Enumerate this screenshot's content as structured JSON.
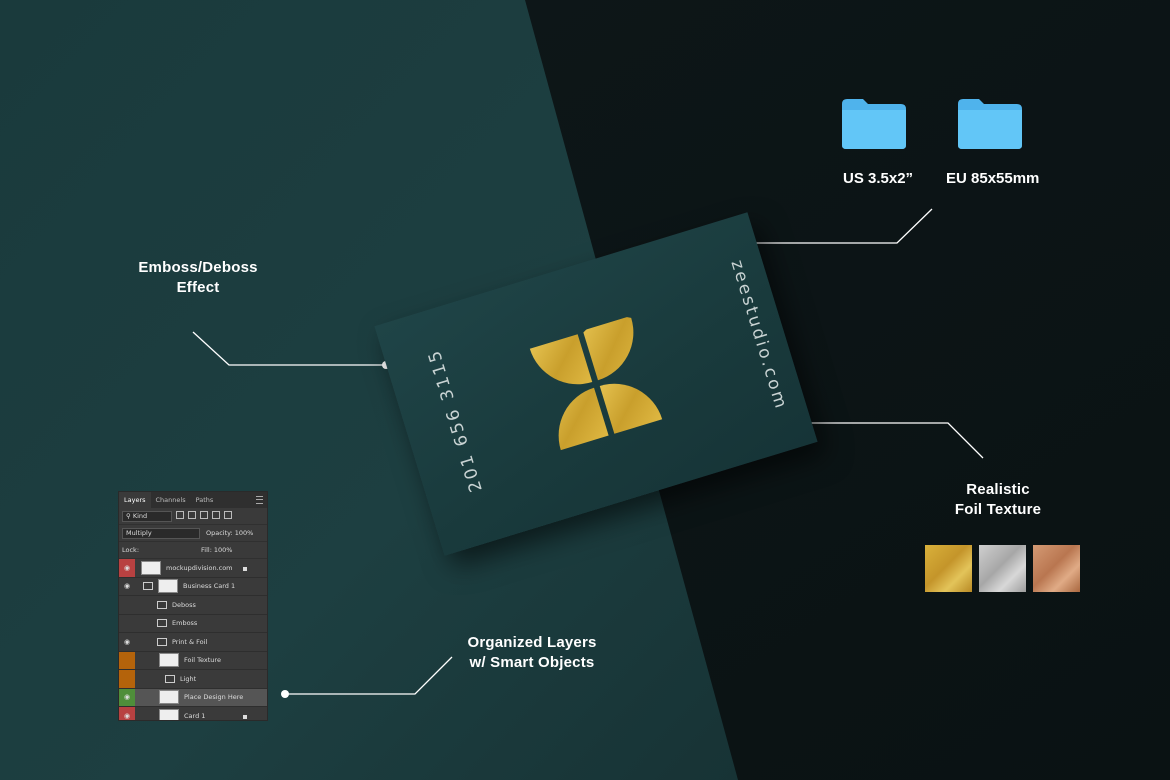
{
  "callouts": {
    "emboss": [
      "Emboss/Deboss",
      "Effect"
    ],
    "foil": [
      "Realistic",
      "Foil Texture"
    ],
    "layers": [
      "Organized Layers",
      "w/ Smart Objects"
    ]
  },
  "folders": [
    {
      "label": "US 3.5x2”",
      "icon": "folder-icon",
      "color": "#5ec2f5"
    },
    {
      "label": "EU 85x55mm",
      "icon": "folder-icon",
      "color": "#5ec2f5"
    }
  ],
  "foil_swatches": [
    {
      "name": "gold",
      "color": "#d2aa38"
    },
    {
      "name": "silver",
      "color": "#bababa"
    },
    {
      "name": "copper",
      "color": "#c88a63"
    }
  ],
  "card": {
    "phone": "201 656 3115",
    "website": "zeestudio.com",
    "logo_color": "#d8b23a",
    "paper_color": "#1d4042"
  },
  "layers_panel": {
    "tabs": [
      "Layers",
      "Channels",
      "Paths"
    ],
    "filter": "Kind",
    "blend_mode": "Multiply",
    "opacity_label": "Opacity:",
    "opacity": "100%",
    "lock_label": "Lock:",
    "fill_label": "Fill:",
    "fill": "100%",
    "layers": [
      {
        "name": "mockupdivision.com",
        "eye": "red"
      },
      {
        "name": "Business Card 1",
        "eye": "none"
      },
      {
        "name": "Deboss",
        "eye": "none"
      },
      {
        "name": "Emboss",
        "eye": "none"
      },
      {
        "name": "Print & Foil",
        "eye": "none"
      },
      {
        "name": "Foil Texture",
        "eye": "orange"
      },
      {
        "name": "Light",
        "eye": "orange"
      },
      {
        "name": "Place Design Here",
        "eye": "green"
      },
      {
        "name": "Card 1",
        "eye": "red"
      }
    ]
  },
  "colors": {
    "teal_paper": "#1d3b3d",
    "dark_background": "#0f1a1b"
  }
}
